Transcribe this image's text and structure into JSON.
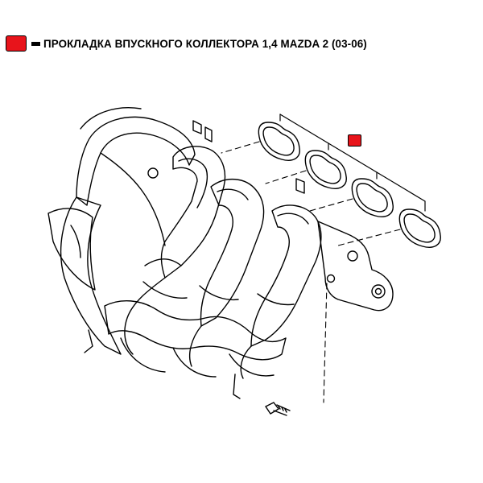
{
  "legend": {
    "text": "ПРОКЛАДКА ВПУСКНОГО КОЛЛЕКТОРА 1,4 MAZDA 2 (03-06)",
    "swatch_icon": "red-square-icon",
    "dash_icon": "black-dash-icon"
  },
  "diagram": {
    "subject": "intake-manifold-with-gaskets",
    "gasket_count": 4,
    "bolt_icon": "bolt-icon",
    "marker_icon": "red-marker-icon"
  },
  "colors": {
    "highlight": "#e8141b",
    "line": "#000000",
    "background": "#ffffff"
  }
}
